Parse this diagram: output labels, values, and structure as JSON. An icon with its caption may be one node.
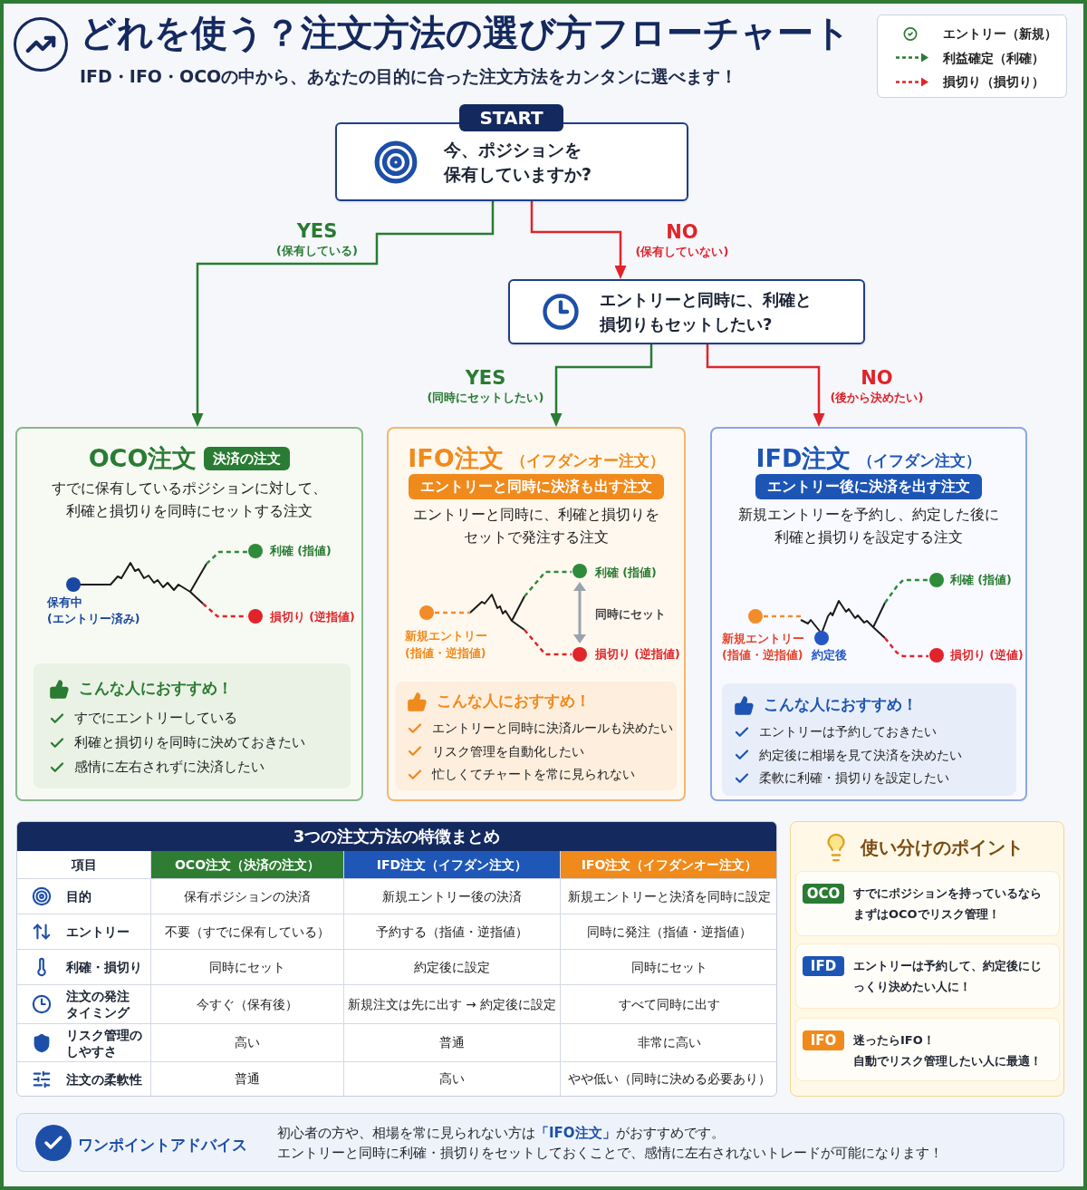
{
  "diagram": {
    "title": "どれを使う？注文方法の選び方フローチャート",
    "nodes": [
      {
        "text": [
          "START",
          "今、ポジションを保有していますか?"
        ]
      },
      {
        "text": [
          "エントリーと同時に、利確と損切りもセットしたい?"
        ]
      },
      {
        "text": [
          "OCO注文",
          "決済の注文",
          "すでに保有しているポジションに対して、利確と損切りを同時にセットする注文"
        ]
      },
      {
        "text": [
          "こんな人におすすめ！",
          "すでにエントリーしている",
          "利確と損切りを同時に決めておきたい",
          "感情に左右されずに決済したい"
        ],
        "in": 2
      },
      {
        "text": [
          "IFO注文",
          "（イフダンオー注文）",
          "エントリーと同時に決済も出す注文",
          "エントリーと同時に、利確と損切りをセットで発注する注文"
        ]
      },
      {
        "text": [
          "こんな人におすすめ！",
          "エントリーと同時に決済ルールも決めたい",
          "リスク管理を自動化したい",
          "忙しくてチャートを常に見られない"
        ],
        "in": 4
      },
      {
        "text": [
          "IFD注文",
          "（イフダン注文）",
          "エントリー後に決済を出す注文",
          "新規エントリーを予約し、約定した後に利確と損切りを設定する注文"
        ]
      },
      {
        "text": [
          "こんな人におすすめ！",
          "エントリーは予約しておきたい",
          "約定後に相場を見て決済を決めたい",
          "柔軟に利確・損切りを設定したい"
        ],
        "in": 6
      },
      {
        "text": [
          "使い分けのポイント"
        ]
      },
      {
        "text": [
          "OCO",
          "すでにポジションを持っているならまずはOCOでリスク管理！"
        ],
        "in": 8
      },
      {
        "text": [
          "IFD",
          "エントリーは予約して、約定後にじっくり決めたい人に！"
        ],
        "in": 8
      },
      {
        "text": [
          "IFO",
          "迷ったらIFO！",
          "自動でリスク管理したい人に最適！"
        ],
        "in": 8
      },
      {
        "text": [
          "ワンポイントアドバイス",
          "初心者の方や、相場を常に見られない方は**「IFO注文」**がおすすめです。",
          "エントリーと同時に利確・損切りをセットしておくことで、感情に左右されないトレードが可能になります！"
        ]
      }
    ],
    "edges": [
      {
        "from": 0,
        "to": 2,
        "arrow": "to",
        "label": "YES (保有している)",
        "color": "#2a7b33"
      },
      {
        "from": 0,
        "to": 1,
        "arrow": "to",
        "label": "NO (保有していない)",
        "color": "#e0242a"
      },
      {
        "from": 1,
        "to": 4,
        "arrow": "to",
        "label": "YES (同時にセットしたい)",
        "color": "#2a7b33"
      },
      {
        "from": 1,
        "to": 6,
        "arrow": "to",
        "label": "NO (後から決めたい)",
        "color": "#e0242a"
      }
    ],
    "labels": [
      "IFD・IFO・OCOの中から、あなたの目的に合った注文方法をカンタンに選べます！",
      "利確 (指値)",
      "保有中",
      "(エントリー済み)",
      "損切り (逆指値)",
      "利確 (指値)",
      "新規エントリー",
      "(指値・逆指値)",
      "同時にセット",
      "損切り (逆指値)",
      "利確 (指値)",
      "新規エントリー",
      "(指値・逆指値)",
      "約定後",
      "損切り (逆値)",
      "3つの注文方法の特徴まとめ",
      "項目",
      "OCO注文（決済の注文）",
      "IFD注文（イフダン注文）",
      "IFO注文（イフダンオー注文）",
      "目的",
      "保有ポジションの決済",
      "新規エントリー後の決済",
      "新規エントリーと決済を同時に設定",
      "エントリー",
      "不要（すでに保有している）",
      "予約する（指値・逆指値）",
      "同時に発注（指値・逆指値）",
      "利確・損切り",
      "同時にセット",
      "約定後に設定",
      "同時にセット",
      "注文の発注タイミング",
      "今すぐ（保有後）",
      "新規注文は先に出す → 約定後に設定",
      "すべて同時に出す",
      "リスク管理のしやすさ",
      "高い",
      "普通",
      "非常に高い",
      "注文の柔軟性",
      "普通",
      "高い",
      "やや低い（同時に決める必要あり）"
    ],
    "legend": [
      {
        "text": "エントリー（新規）"
      },
      {
        "text": "利益確定（利確）"
      },
      {
        "text": "損切り（損切り）"
      }
    ]
  }
}
